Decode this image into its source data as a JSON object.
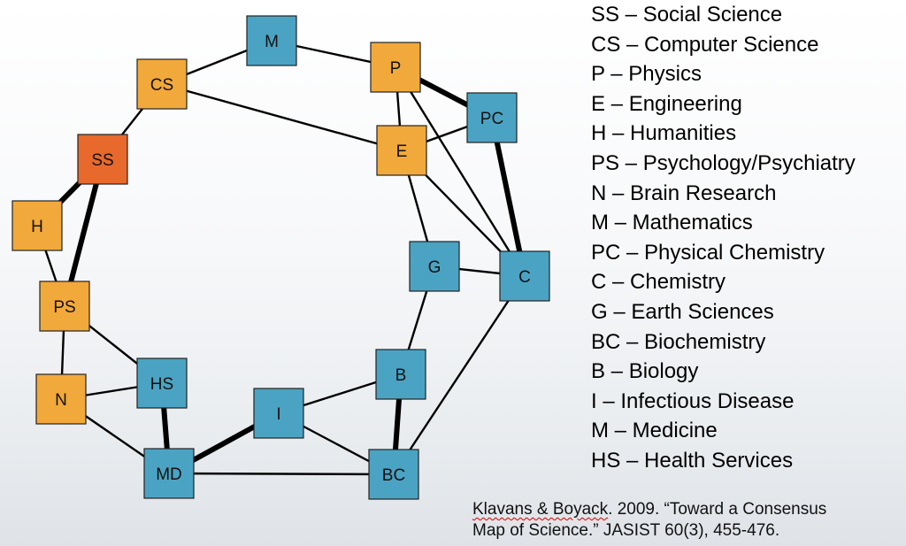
{
  "colors": {
    "social": "#f2a93b",
    "highlight": "#e8692c",
    "science": "#4ba3c3",
    "edge": "#000000",
    "node_border": "#222222"
  },
  "nodes": [
    {
      "id": "M",
      "label": "M",
      "category": "science"
    },
    {
      "id": "CS",
      "label": "CS",
      "category": "social"
    },
    {
      "id": "P",
      "label": "P",
      "category": "social"
    },
    {
      "id": "PC",
      "label": "PC",
      "category": "science"
    },
    {
      "id": "E",
      "label": "E",
      "category": "social"
    },
    {
      "id": "SS",
      "label": "SS",
      "category": "highlight"
    },
    {
      "id": "H",
      "label": "H",
      "category": "social"
    },
    {
      "id": "PS",
      "label": "PS",
      "category": "social"
    },
    {
      "id": "G",
      "label": "G",
      "category": "science"
    },
    {
      "id": "C",
      "label": "C",
      "category": "science"
    },
    {
      "id": "B",
      "label": "B",
      "category": "science"
    },
    {
      "id": "HS",
      "label": "HS",
      "category": "science"
    },
    {
      "id": "N",
      "label": "N",
      "category": "social"
    },
    {
      "id": "I",
      "label": "I",
      "category": "science"
    },
    {
      "id": "MD",
      "label": "MD",
      "category": "science"
    },
    {
      "id": "BC",
      "label": "BC",
      "category": "science"
    }
  ],
  "edges": [
    {
      "from": "CS",
      "to": "M",
      "strength": "normal"
    },
    {
      "from": "M",
      "to": "P",
      "strength": "normal"
    },
    {
      "from": "CS",
      "to": "E",
      "strength": "normal"
    },
    {
      "from": "CS",
      "to": "SS",
      "strength": "normal"
    },
    {
      "from": "P",
      "to": "PC",
      "strength": "strong"
    },
    {
      "from": "P",
      "to": "E",
      "strength": "normal"
    },
    {
      "from": "P",
      "to": "C",
      "strength": "normal"
    },
    {
      "from": "PC",
      "to": "E",
      "strength": "normal"
    },
    {
      "from": "PC",
      "to": "C",
      "strength": "strong"
    },
    {
      "from": "E",
      "to": "C",
      "strength": "normal"
    },
    {
      "from": "E",
      "to": "G",
      "strength": "normal"
    },
    {
      "from": "G",
      "to": "C",
      "strength": "normal"
    },
    {
      "from": "G",
      "to": "B",
      "strength": "normal"
    },
    {
      "from": "C",
      "to": "BC",
      "strength": "normal"
    },
    {
      "from": "B",
      "to": "BC",
      "strength": "strong"
    },
    {
      "from": "B",
      "to": "I",
      "strength": "normal"
    },
    {
      "from": "I",
      "to": "MD",
      "strength": "strong"
    },
    {
      "from": "I",
      "to": "BC",
      "strength": "normal"
    },
    {
      "from": "MD",
      "to": "BC",
      "strength": "normal"
    },
    {
      "from": "HS",
      "to": "MD",
      "strength": "strong"
    },
    {
      "from": "N",
      "to": "MD",
      "strength": "normal"
    },
    {
      "from": "N",
      "to": "HS",
      "strength": "normal"
    },
    {
      "from": "PS",
      "to": "HS",
      "strength": "normal"
    },
    {
      "from": "PS",
      "to": "N",
      "strength": "normal"
    },
    {
      "from": "H",
      "to": "PS",
      "strength": "normal"
    },
    {
      "from": "SS",
      "to": "PS",
      "strength": "strong"
    },
    {
      "from": "SS",
      "to": "H",
      "strength": "strong"
    }
  ],
  "legend": [
    "SS – Social Science",
    "CS – Computer Science",
    "P – Physics",
    "E – Engineering",
    "H – Humanities",
    "PS – Psychology/Psychiatry",
    "N – Brain Research",
    "M – Mathematics",
    "PC – Physical Chemistry",
    "C – Chemistry",
    "G – Earth Sciences",
    "BC –  Biochemistry",
    "B – Biology",
    "I – Infectious Disease",
    "M – Medicine",
    "HS – Health Services"
  ],
  "citation": {
    "authors": "Klavans & Boyack",
    "rest_line1": ". 2009. “Toward a Consensus",
    "line2": "Map of Science.” JASIST 60(3), 455-476."
  }
}
